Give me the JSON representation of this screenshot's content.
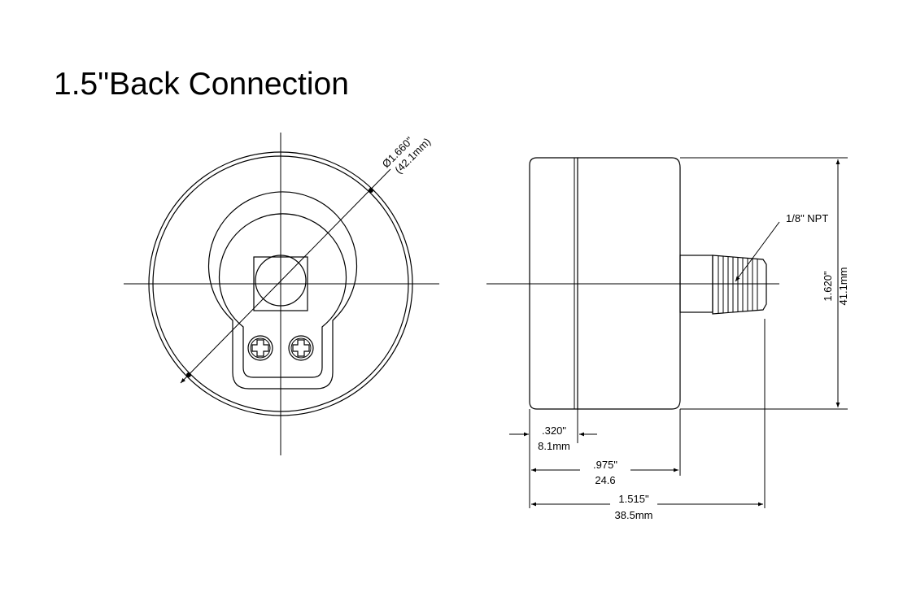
{
  "title": "1.5\"Back Connection",
  "front_view": {
    "diameter_in": "Ø1.660\"",
    "diameter_mm": "(42.1mm)"
  },
  "side_view": {
    "thread": "1/8\" NPT",
    "height_in": "1.620\"",
    "height_mm": "41.1mm",
    "bezel_in": ".320\"",
    "bezel_mm": "8.1mm",
    "case_in": ".975\"",
    "case_mm": "24.6",
    "overall_in": "1.515\"",
    "overall_mm": "38.5mm"
  }
}
